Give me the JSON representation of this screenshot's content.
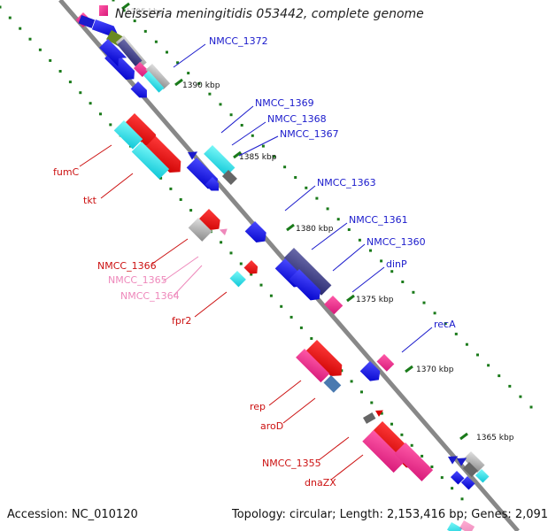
{
  "title": "Neisseria meningitidis 053442, complete genome",
  "accession": "Accession: NC_010120",
  "topology": "Topology: circular; Length: 2,153,416 bp; Genes: 2,091",
  "colors": {
    "backbone": "#888888",
    "label_blue": "#1a1acc",
    "label_red": "#cc1111",
    "label_pink": "#ee88bb",
    "ticks": "#1a7a1a"
  },
  "scale_labels": [
    "1395 kbp",
    "1390 kbp",
    "1385 kbp",
    "1380 kbp",
    "1375 kbp",
    "1370 kbp",
    "1365 kbp"
  ],
  "gene_labels": [
    {
      "text": "NMCC_1372",
      "color": "blue"
    },
    {
      "text": "NMCC_1369",
      "color": "blue"
    },
    {
      "text": "NMCC_1368",
      "color": "blue"
    },
    {
      "text": "NMCC_1367",
      "color": "blue"
    },
    {
      "text": "fumC",
      "color": "red"
    },
    {
      "text": "tkt",
      "color": "red"
    },
    {
      "text": "NMCC_1363",
      "color": "blue"
    },
    {
      "text": "NMCC_1361",
      "color": "blue"
    },
    {
      "text": "NMCC_1360",
      "color": "blue"
    },
    {
      "text": "NMCC_1366",
      "color": "red"
    },
    {
      "text": "NMCC_1365",
      "color": "pink"
    },
    {
      "text": "NMCC_1364",
      "color": "pink"
    },
    {
      "text": "dinP",
      "color": "blue"
    },
    {
      "text": "fpr2",
      "color": "red"
    },
    {
      "text": "recA",
      "color": "blue"
    },
    {
      "text": "rep",
      "color": "red"
    },
    {
      "text": "aroD",
      "color": "red"
    },
    {
      "text": "NMCC_1355",
      "color": "red"
    },
    {
      "text": "dnaZX",
      "color": "red"
    }
  ]
}
